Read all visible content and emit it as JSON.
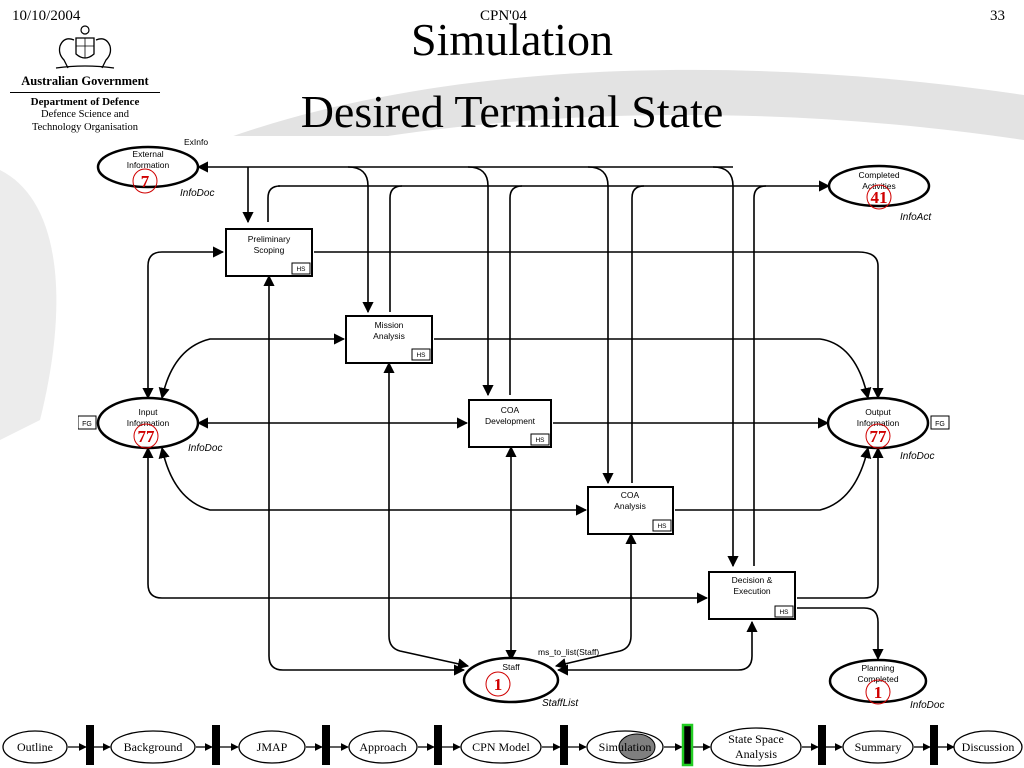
{
  "header": {
    "date": "10/10/2004",
    "conference": "CPN'04",
    "page": "33"
  },
  "title": {
    "line1": "Simulation",
    "line2": "Desired Terminal State"
  },
  "logo": {
    "government": "Australian Government",
    "department": "Department of Defence",
    "org_line1": "Defence Science and",
    "org_line2": "Technology Organisation"
  },
  "diagram": {
    "places": {
      "external": {
        "line1": "External",
        "line2": "Information",
        "count": "7",
        "type": "InfoDoc",
        "arc_label": "ExInfo"
      },
      "completed": {
        "line1": "Completed",
        "line2": "Activities",
        "count": "41",
        "type": "InfoAct"
      },
      "input": {
        "line1": "Input",
        "line2": "Information",
        "count": "77",
        "type": "InfoDoc",
        "fusion": "FG"
      },
      "output": {
        "line1": "Output",
        "line2": "Information",
        "count": "77",
        "type": "InfoDoc",
        "fusion": "FG"
      },
      "staff": {
        "line1": "Staff",
        "count": "1",
        "type": "StaffList",
        "arc_label": "ms_to_list(Staff)"
      },
      "planning": {
        "line1": "Planning",
        "line2": "Completed",
        "count": "1",
        "type": "InfoDoc"
      }
    },
    "transitions": {
      "preliminary": {
        "line1": "Preliminary",
        "line2": "Scoping",
        "tag": "HS"
      },
      "mission": {
        "line1": "Mission",
        "line2": "Analysis",
        "tag": "HS"
      },
      "coa_dev": {
        "line1": "COA",
        "line2": "Development",
        "tag": "HS"
      },
      "coa_analysis": {
        "line1": "COA",
        "line2": "Analysis",
        "tag": "HS"
      },
      "decision": {
        "line1": "Decision &",
        "line2": "Execution",
        "tag": "HS"
      }
    }
  },
  "navbar": {
    "items": {
      "outline": "Outline",
      "background": "Background",
      "jmap": "JMAP",
      "approach": "Approach",
      "cpn_model": "CPN Model",
      "simulation": "Simulation",
      "state_space_1": "State Space",
      "state_space_2": "Analysis",
      "summary": "Summary",
      "discussion": "Discussion"
    },
    "active_color": "#7f7f7f",
    "current_marker_color": "#22cc22"
  }
}
